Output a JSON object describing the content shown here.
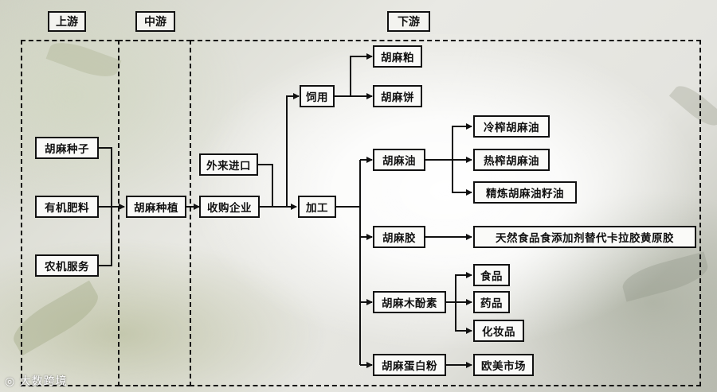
{
  "headers": {
    "upstream": "上游",
    "midstream": "中游",
    "downstream": "下游"
  },
  "nodes": {
    "seeds": "胡麻种子",
    "fertilizer": "有机肥料",
    "agri_service": "农机服务",
    "planting": "胡麻种植",
    "import": "外来进口",
    "purchase": "收购企业",
    "feed": "饲用",
    "processing": "加工",
    "meal": "胡麻粕",
    "cake": "胡麻饼",
    "oil": "胡麻油",
    "cold_oil": "冷榨胡麻油",
    "hot_oil": "热榨胡麻油",
    "refined_oil": "精炼胡麻油籽油",
    "gum": "胡麻胶",
    "gum_use": "天然食品食添加剂替代卡拉胶黄原胶",
    "lignan": "胡麻木酚素",
    "food": "食品",
    "medicine": "药品",
    "cosmetics": "化妆品",
    "protein": "胡麻蛋白粉",
    "eu_us_market": "欧美市场"
  },
  "watermark": "大数跨境"
}
